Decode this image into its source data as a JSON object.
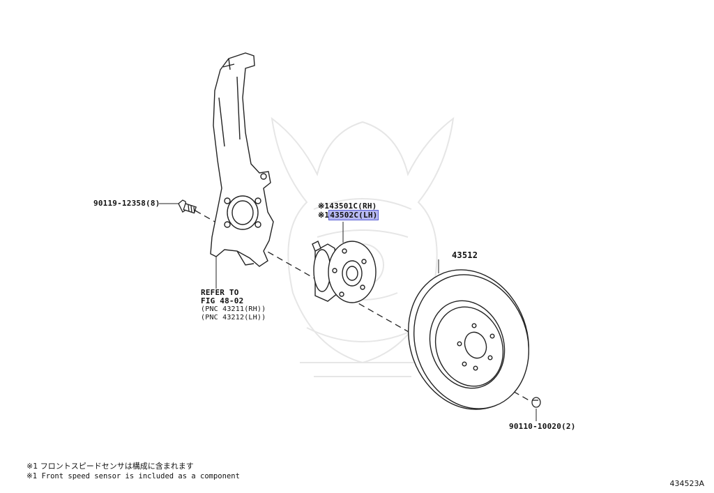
{
  "parts": {
    "knuckle_bolt": "90119-12358(8)",
    "hub_rh": "43501C(RH)",
    "hub_lh": "43502C(LH)",
    "hub_marker": "※1",
    "rotor": "43512",
    "rotor_screw": "90110-10020(2)"
  },
  "refer": {
    "line1": "REFER TO",
    "line2": "FIG 48-02",
    "line3": "(PNC 43211(RH))",
    "line4": "(PNC 43212(LH))"
  },
  "notes": {
    "ja": "※1 フロントスピードセンサは構成に含まれます",
    "en": "※1 Front speed sensor is included  as a component"
  },
  "figure_number": "434523A",
  "highlight_color": "#b7b9f2"
}
